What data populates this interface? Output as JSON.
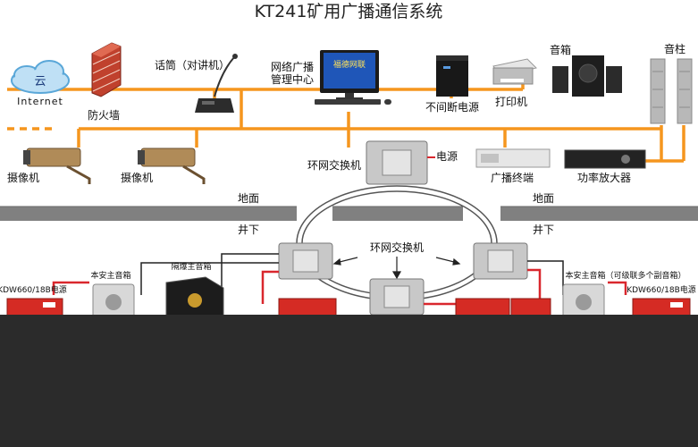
{
  "title": "KT241矿用广播通信系统",
  "surface_label": "地面",
  "underground_label": "井下",
  "colors": {
    "orange_line": "#f5961e",
    "red_line": "#d9272d",
    "gray_line": "#555555",
    "black_line": "#222222",
    "ground_band": "#808080",
    "dark_band": "#2b2b2b"
  },
  "cloud": {
    "text": "云",
    "sub": "Internet"
  },
  "devices": {
    "firewall": "防火墙",
    "microphone": "话筒（对讲机）",
    "management_center": "网络广播\n管理中心",
    "monitor_logo": "福德网联",
    "ups": "不间断电源",
    "printer": "打印机",
    "speaker_box": "音箱",
    "column_speaker": "音柱",
    "camera_left": "摄像机",
    "camera_right": "摄像机",
    "ring_switch_top": "环网交换机",
    "power_label": "电源",
    "broadcast_terminal": "广播终端",
    "power_amplifier": "功率放大器",
    "ring_switch_mid": "环网交换机",
    "is_main_speaker_left": "本安主音箱",
    "explosion_proof_speaker": "隔爆主音箱",
    "is_main_speaker_right": "本安主音箱（可级联多个副音箱）",
    "psu_left": "KDW660/18B电源",
    "psu_right": "KDW660/18B电源"
  }
}
